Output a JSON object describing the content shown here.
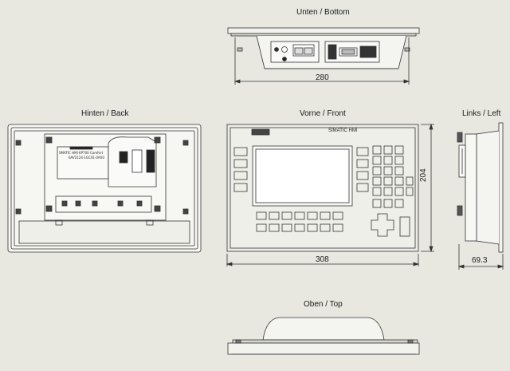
{
  "views": {
    "bottom": {
      "label": "Unten / Bottom",
      "dimension": "280"
    },
    "back": {
      "label": "Hinten / Back",
      "panel_text": "SMATIC HMI KP700 Comfort",
      "order_code": "6AV2124-1GC01-0AX0"
    },
    "front": {
      "label": "Vorne / Front",
      "brand": "SIMATIC HMI",
      "width": "308",
      "height": "204"
    },
    "left": {
      "label": "Links / Left",
      "depth": "69.3"
    },
    "top": {
      "label": "Oben / Top"
    }
  }
}
